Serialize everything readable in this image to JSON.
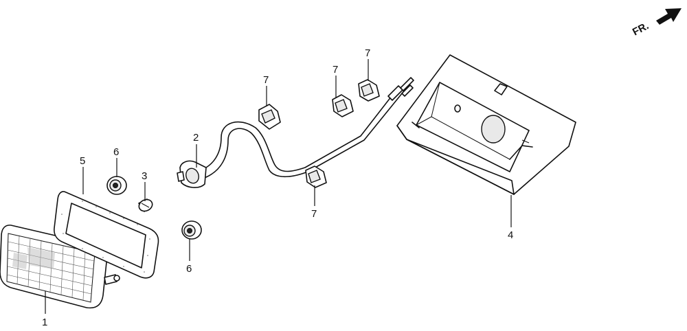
{
  "direction": {
    "label": "FR.",
    "icon": "front-direction-arrow-icon"
  },
  "callouts": {
    "lens": "1",
    "socket_harness": "2",
    "bulb": "3",
    "housing": "4",
    "gasket": "5",
    "grommet_upper": "6",
    "grommet_lower": "6",
    "clip_a": "7",
    "clip_b": "7",
    "clip_c": "7",
    "clip_d": "7"
  }
}
